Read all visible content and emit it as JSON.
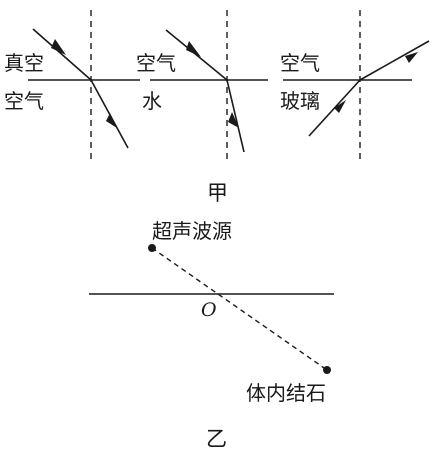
{
  "figure_jia": {
    "caption": "甲",
    "panels": [
      {
        "upper_medium": "真空",
        "lower_medium": "空气"
      },
      {
        "upper_medium": "空气",
        "lower_medium": "水"
      },
      {
        "upper_medium": "空气",
        "lower_medium": "玻璃"
      }
    ]
  },
  "figure_yi": {
    "caption": "乙",
    "source_label": "超声波源",
    "target_label": "体内结石",
    "point_label": "O"
  }
}
